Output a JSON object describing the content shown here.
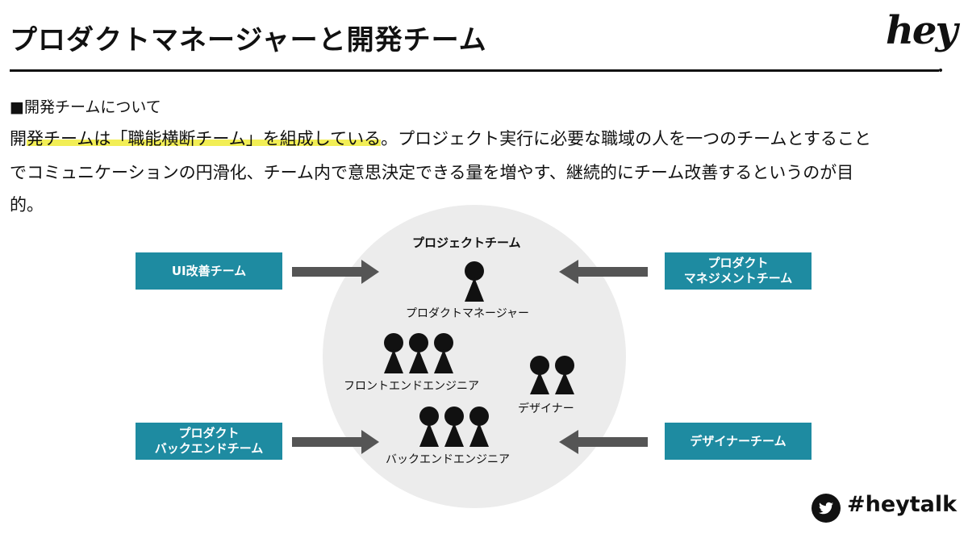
{
  "header": {
    "title": "プロダクトマネージャーと開発チーム",
    "logo": "hey"
  },
  "content": {
    "section_heading": "■開発チームについて",
    "line1_pre": "開",
    "line1_highlight": "発チームは「職能横断チーム」を組成している",
    "line1_post": "。プロジェクト実行に必要な職域の人を一つのチームとすること",
    "line2": "でコミュニケーションの円滑化、チーム内で意思決定できる量を増やす、継続的にチーム改善するというのが目",
    "line3": "的。"
  },
  "diagram": {
    "circle_title": "プロジェクトチーム",
    "roles": {
      "pm": "プロダクトマネージャー",
      "frontend": "フロントエンドエンジニア",
      "designer": "デザイナー",
      "backend": "バックエンドエンジニア"
    },
    "external_teams": {
      "ui": "UI改善チーム",
      "pm_team_line1": "プロダクト",
      "pm_team_line2": "マネジメントチーム",
      "backend_team_line1": "プロダクト",
      "backend_team_line2": "バックエンドチーム",
      "designer_team": "デザイナーチーム"
    }
  },
  "footer": {
    "hashtag": "#heytalk",
    "icon": "twitter-bird-icon"
  },
  "colors": {
    "team_box": "#1e8ba1",
    "arrow": "#555555",
    "highlight": "#f2ee55",
    "circle": "#ececec"
  }
}
